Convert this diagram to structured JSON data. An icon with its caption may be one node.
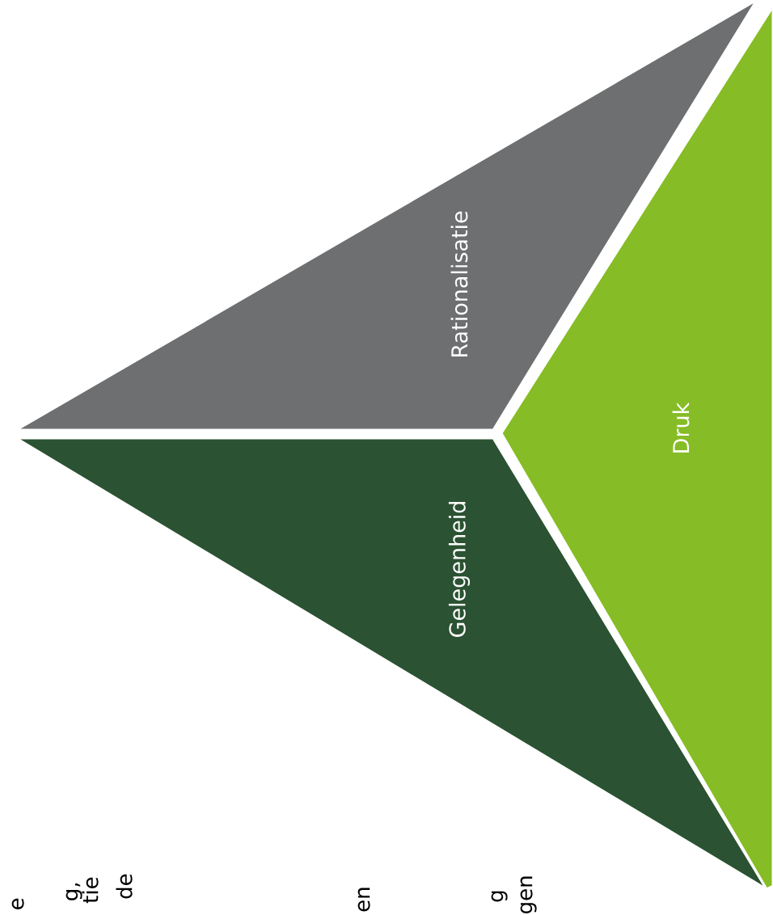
{
  "diagram": {
    "nodes": [
      {
        "text": [
          "Rationalisatie"
        ]
      },
      {
        "text": [
          "Gelegenheid"
        ]
      },
      {
        "text": [
          "Druk"
        ]
      }
    ],
    "labels": [
      "e",
      "g,",
      "tie",
      "de",
      "en",
      "g",
      "gen"
    ]
  }
}
